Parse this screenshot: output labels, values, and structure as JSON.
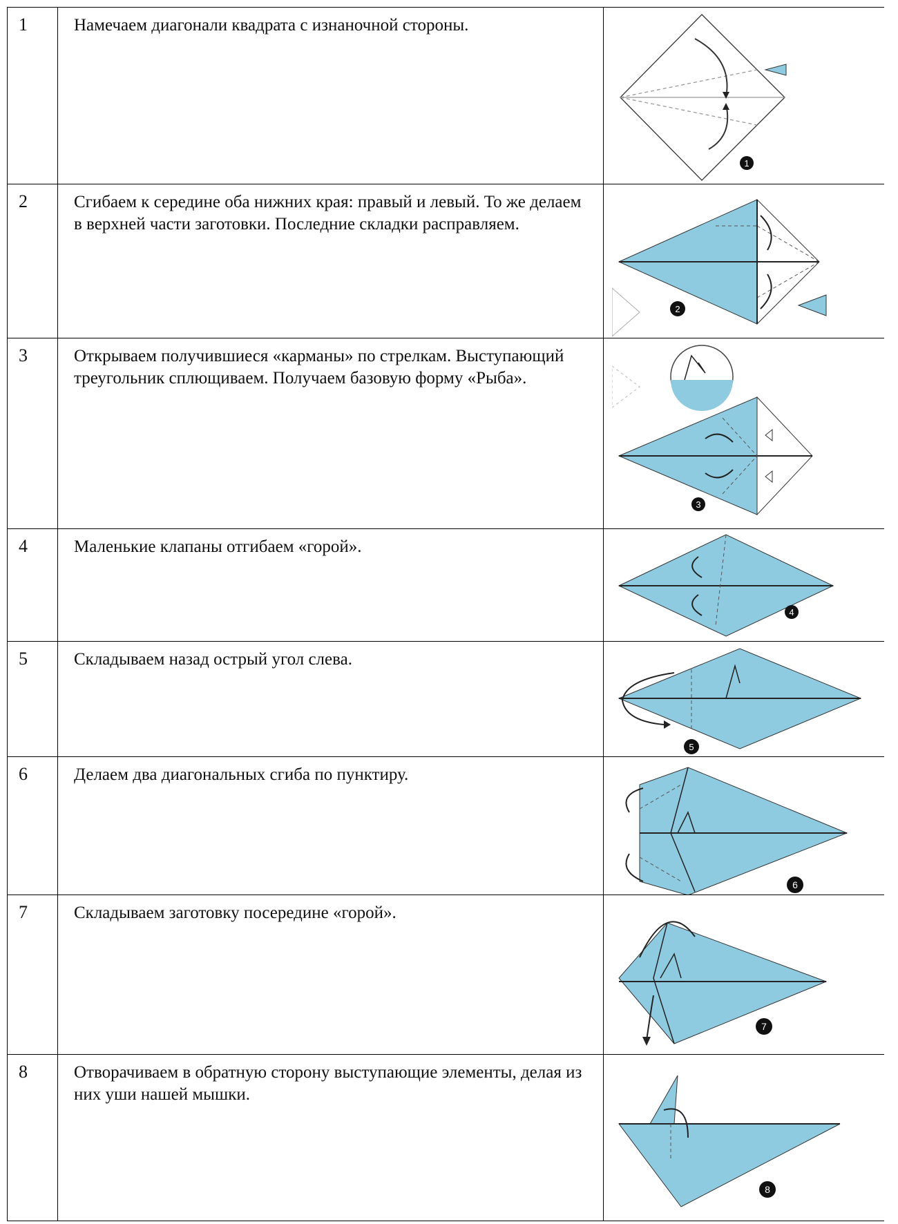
{
  "steps": [
    {
      "num": "1",
      "text": "Намечаем диагонали квадрата с изнаночной стороны.",
      "figure_badge": "1"
    },
    {
      "num": "2",
      "text": "Сгибаем к середине оба нижних края: правый и левый. То же делаем в верхней части заготовки. Последние складки расправляем.",
      "figure_badge": "2"
    },
    {
      "num": "3",
      "text": "Открываем получившиеся «карманы» по стрелкам. Выступающий треугольник сплющиваем. Получаем базовую форму «Рыба».",
      "figure_badge": "3"
    },
    {
      "num": "4",
      "text": "Маленькие клапаны отгибаем «горой».",
      "figure_badge": "4"
    },
    {
      "num": "5",
      "text": "Складываем назад острый угол слева.",
      "figure_badge": "5"
    },
    {
      "num": "6",
      "text": "Делаем два диагональных сгиба по пунктиру.",
      "figure_badge": "6"
    },
    {
      "num": "7",
      "text": "Складываем заготовку посередине «горой».",
      "figure_badge": "7"
    },
    {
      "num": "8",
      "text": "Отворачиваем в обратную сторону выступающие элементы, делая из них уши нашей мышки.",
      "figure_badge": "8"
    }
  ],
  "colors": {
    "paper_blue": "#8fcbe0",
    "line": "#222222",
    "fold": "#555555"
  }
}
